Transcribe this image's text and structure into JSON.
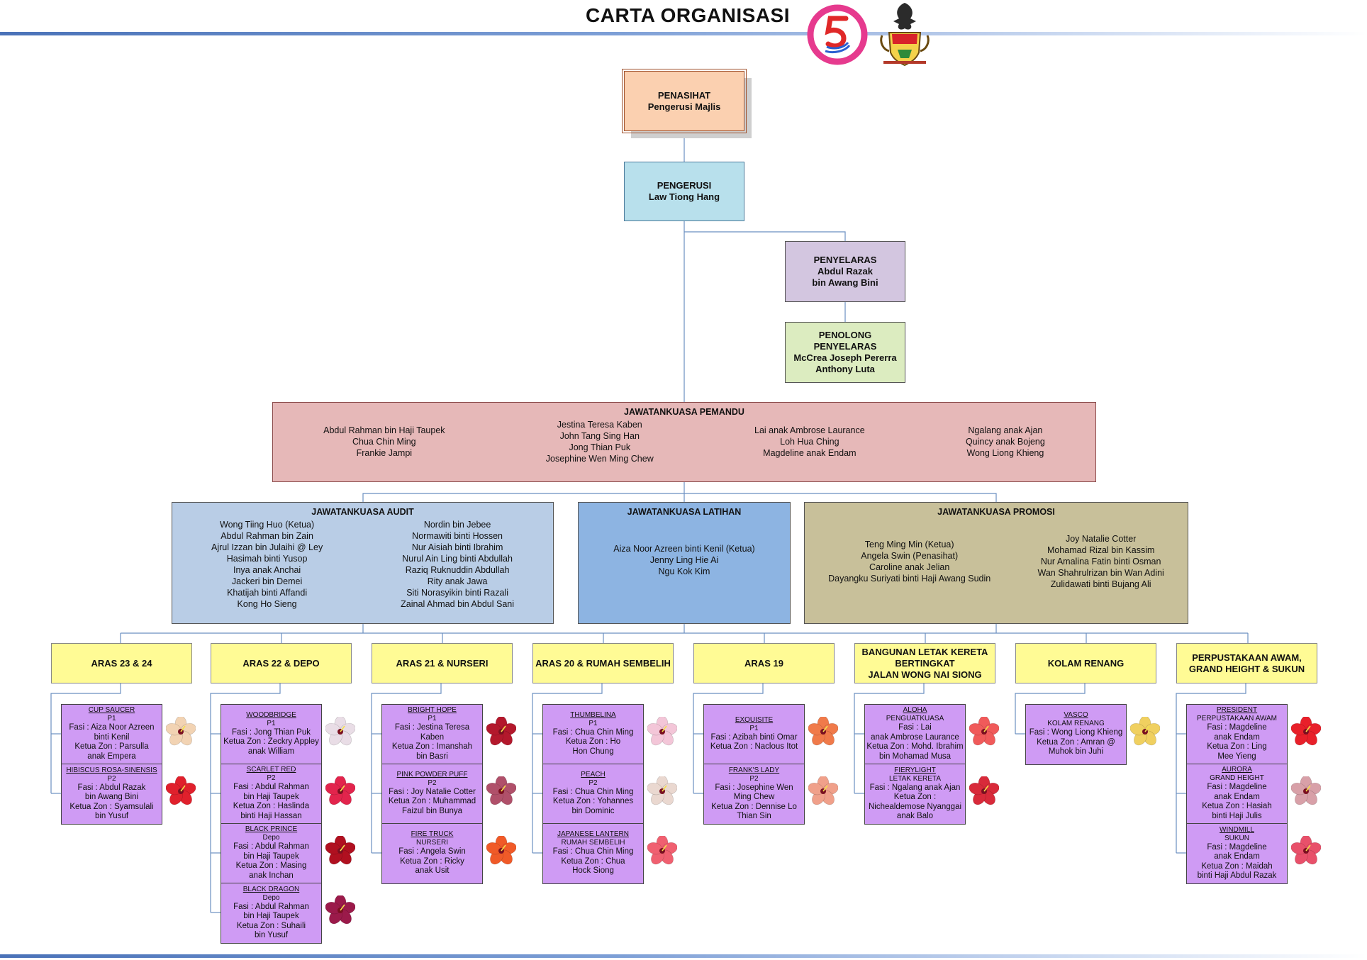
{
  "title": "CARTA ORGANISASI",
  "penasihat": {
    "title": "PENASIHAT",
    "name": "Pengerusi Majlis"
  },
  "pengerusi": {
    "title": "PENGERUSI",
    "name": "Law Tiong Hang"
  },
  "penyelaras": {
    "title": "PENYELARAS",
    "names": [
      "Abdul Razak",
      "bin Awang Bini"
    ]
  },
  "penolong": {
    "title_lines": [
      "PENOLONG",
      "PENYELARAS"
    ],
    "names": [
      "McCrea Joseph Pererra",
      "Anthony Luta"
    ]
  },
  "pemandu": {
    "title": "JAWATANKUASA PEMANDU",
    "columns": [
      [
        "Abdul Rahman bin Haji Taupek",
        "Chua Chin Ming",
        "Frankie Jampi"
      ],
      [
        "Jestina Teresa Kaben",
        "John Tang Sing Han",
        "Jong Thian Puk",
        "Josephine Wen Ming Chew"
      ],
      [
        "Lai anak Ambrose Laurance",
        "Loh Hua Ching",
        "Magdeline anak Endam"
      ],
      [
        "Ngalang anak Ajan",
        "Quincy anak Bojeng",
        "Wong Liong Khieng"
      ]
    ]
  },
  "audit": {
    "title": "JAWATANKUASA AUDIT",
    "columns": [
      [
        "Wong Tiing Huo (Ketua)",
        "Abdul Rahman bin Zain",
        "Ajrul Izzan bin Julaihi @ Ley",
        "Hasimah binti Yusop",
        "Inya anak Anchai",
        "Jackeri bin Demei",
        "Khatijah binti Affandi",
        "Kong Ho Sieng"
      ],
      [
        "Nordin bin Jebee",
        "Normawiti binti Hossen",
        "Nur Aisiah binti Ibrahim",
        "Nurul Ain Ling binti Abdullah",
        "Raziq Ruknuddin Abdullah",
        "Rity anak Jawa",
        "Siti Norasyikin binti Razali",
        "Zainal Ahmad bin Abdul Sani"
      ]
    ]
  },
  "latihan": {
    "title": "JAWATANKUASA LATIHAN",
    "members": [
      "Aiza Noor Azreen binti Kenil (Ketua)",
      "Jenny Ling Hie Ai",
      "Ngu Kok Kim"
    ]
  },
  "promosi": {
    "title": "JAWATANKUASA PROMOSI",
    "columns": [
      [
        "Teng Ming Min (Ketua)",
        "Angela Swin (Penasihat)",
        "Caroline anak Jelian",
        "Dayangku Suriyati binti Haji Awang Sudin"
      ],
      [
        "Joy Natalie Cotter",
        "Mohamad Rizal bin Kassim",
        "Nur Amalina Fatin binti Osman",
        "Wan Shahrulrizan bin Wan Adini",
        "Zulidawati binti Bujang Ali"
      ]
    ]
  },
  "aras": [
    {
      "label": [
        "ARAS 23 & 24"
      ]
    },
    {
      "label": [
        "ARAS 22 & DEPO"
      ]
    },
    {
      "label": [
        "ARAS 21 & NURSERI"
      ]
    },
    {
      "label": [
        "ARAS 20 & RUMAH SEMBELIH"
      ]
    },
    {
      "label": [
        "ARAS 19"
      ]
    },
    {
      "label": [
        "BANGUNAN LETAK KERETA",
        "BERTINGKAT",
        "JALAN WONG NAI SIONG"
      ]
    },
    {
      "label": [
        "KOLAM RENANG"
      ]
    },
    {
      "label": [
        "PERPUSTAKAAN AWAM,",
        "GRAND HEIGHT & SUKUN"
      ]
    }
  ],
  "zones": [
    [
      {
        "name": "CUP SAUCER",
        "sub": "P1",
        "lines": [
          "Fasi : Aiza Noor Azreen",
          "binti Kenil",
          "Ketua Zon : Parsulla",
          "anak Empera"
        ],
        "color": "#f2d3b3"
      },
      {
        "name": "HIBISCUS ROSA-SINENSIS",
        "sub": "P2",
        "lines": [
          "Fasi : Abdul Razak",
          "bin Awang Bini",
          "Ketua Zon : Syamsulali",
          "bin Yusuf"
        ],
        "color": "#e0202c"
      }
    ],
    [
      {
        "name": "WOODBRIDGE",
        "sub": "P1",
        "lines": [
          "Fasi : Jong Thian Puk",
          "Ketua Zon : Zeckry Appley",
          "anak William"
        ],
        "color": "#e9dde6"
      },
      {
        "name": "SCARLET RED",
        "sub": "P2",
        "lines": [
          "Fasi : Abdul Rahman",
          "bin Haji Taupek",
          "Ketua Zon : Haslinda",
          "binti Haji Hassan"
        ],
        "color": "#e2244c"
      },
      {
        "name": "BLACK PRINCE",
        "sub": "Depo",
        "lines": [
          "Fasi : Abdul Rahman",
          "bin Haji Taupek",
          "Ketua Zon : Masing",
          "anak Inchan"
        ],
        "color": "#b01020"
      },
      {
        "name": "BLACK DRAGON",
        "sub": "Depo",
        "lines": [
          "Fasi : Abdul Rahman",
          "bin Haji Taupek",
          "Ketua Zon : Suhaili",
          "bin Yusuf"
        ],
        "color": "#9b1a4a"
      }
    ],
    [
      {
        "name": "BRIGHT HOPE",
        "sub": "P1",
        "lines": [
          "Fasi : Jestina Teresa",
          "Kaben",
          "Ketua Zon : Imanshah",
          "bin Basri"
        ],
        "color": "#b3182c"
      },
      {
        "name": "PINK POWDER PUFF",
        "sub": "P2",
        "lines": [
          "Fasi : Joy Natalie Cotter",
          "Ketua Zon : Muhammad",
          "Faizul bin Bunya"
        ],
        "color": "#b0506a"
      },
      {
        "name": "FIRE TRUCK",
        "sub": "NURSERI",
        "lines": [
          "Fasi : Angela Swin",
          "Ketua Zon : Ricky",
          "anak Usit"
        ],
        "color": "#f05a28"
      }
    ],
    [
      {
        "name": "THUMBELINA",
        "sub": "P1",
        "lines": [
          "Fasi : Chua Chin Ming",
          "Ketua Zon : Ho",
          "Hon Chung"
        ],
        "color": "#f3c6d8"
      },
      {
        "name": "PEACH",
        "sub": "P2",
        "lines": [
          "Fasi : Chua Chin Ming",
          "Ketua Zon : Yohannes",
          "bin Dominic"
        ],
        "color": "#ead8d0"
      },
      {
        "name": "JAPANESE LANTERN",
        "sub": "RUMAH SEMBELIH",
        "lines": [
          "Fasi : Chua Chin Ming",
          "Ketua Zon : Chua",
          "Hock Siong"
        ],
        "color": "#f06070"
      }
    ],
    [
      {
        "name": "EXQUISITE",
        "sub": "P1",
        "lines": [
          "Fasi : Azibah binti Omar",
          "Ketua Zon : Naclous Itot"
        ],
        "color": "#f07a4a"
      },
      {
        "name": "FRANK'S LADY",
        "sub": "P2",
        "lines": [
          "Fasi : Josephine Wen",
          "Ming Chew",
          "Ketua Zon : Dennise Lo",
          "Thian Sin"
        ],
        "color": "#f0a08a"
      }
    ],
    [
      {
        "name": "ALOHA",
        "sub": "PENGUATKUASA",
        "lines": [
          "Fasi : Lai",
          "anak Ambrose Laurance",
          "Ketua Zon : Mohd. Ibrahim",
          "bin Mohamad Musa"
        ],
        "color": "#f05a5a"
      },
      {
        "name": "FIERYLIGHT",
        "sub": "LETAK KERETA",
        "lines": [
          "Fasi : Ngalang anak Ajan",
          "Ketua Zon :",
          "Nichealdemose Nyanggai",
          "anak Balo"
        ],
        "color": "#d82a3a"
      }
    ],
    [
      {
        "name": "VASCO",
        "sub": "KOLAM RENANG",
        "lines": [
          "Fasi : Wong Liong Khieng",
          "Ketua Zon : Amran @",
          "Muhok bin Juhi"
        ],
        "color": "#f0d060"
      }
    ],
    [
      {
        "name": "PRESIDENT",
        "sub": "PERPUSTAKAAN AWAM",
        "lines": [
          "Fasi : Magdeline",
          "anak Endam",
          "Ketua Zon : Ling",
          "Mee Yieng"
        ],
        "color": "#e8202a"
      },
      {
        "name": "AURORA",
        "sub": "GRAND HEIGHT",
        "lines": [
          "Fasi : Magdeline",
          "anak Endam",
          "Ketua Zon : Hasiah",
          "binti Haji Julis"
        ],
        "color": "#d8a0a8"
      },
      {
        "name": "WINDMILL",
        "sub": "SUKUN",
        "lines": [
          "Fasi : Magdeline",
          "anak Endam",
          "Ketua Zon : Maidah",
          "binti Haji Abdul Razak"
        ],
        "color": "#e8506a"
      }
    ]
  ],
  "colors": {
    "penasihat": "#fbd0b0",
    "pengerusi": "#b8e0ec",
    "penyelaras": "#d3c6e0",
    "penolong": "#dcecc0",
    "pemandu": "#e6b8b8",
    "audit": "#b9cde6",
    "latihan": "#8db4e2",
    "promosi": "#c8c09a",
    "aras": "#fffb95",
    "zone": "#cf9bf4",
    "connector": "#6b8fc0"
  },
  "logos": [
    "seiri-seiton-seiso-seiketsu-shitsuke-5s-logo",
    "council-crest-logo"
  ]
}
